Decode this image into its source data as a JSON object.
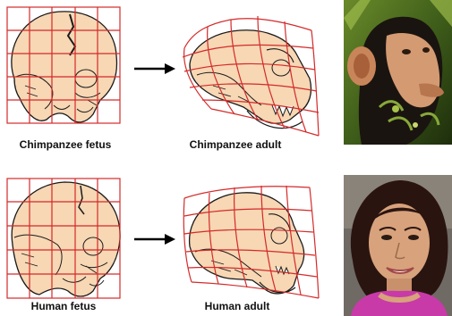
{
  "captions": {
    "chimp_fetus": "Chimpanzee fetus",
    "chimp_adult": "Chimpanzee adult",
    "human_fetus": "Human fetus",
    "human_adult": "Human adult"
  },
  "colors": {
    "grid": "#d42a2a",
    "bone": "#f7d7b4",
    "outline": "#1a1a1a",
    "arrow": "#000000"
  },
  "icons": {
    "chimp_photo": "chimpanzee-photo",
    "human_photo": "woman-photo",
    "arrow": "arrow-right-icon"
  }
}
